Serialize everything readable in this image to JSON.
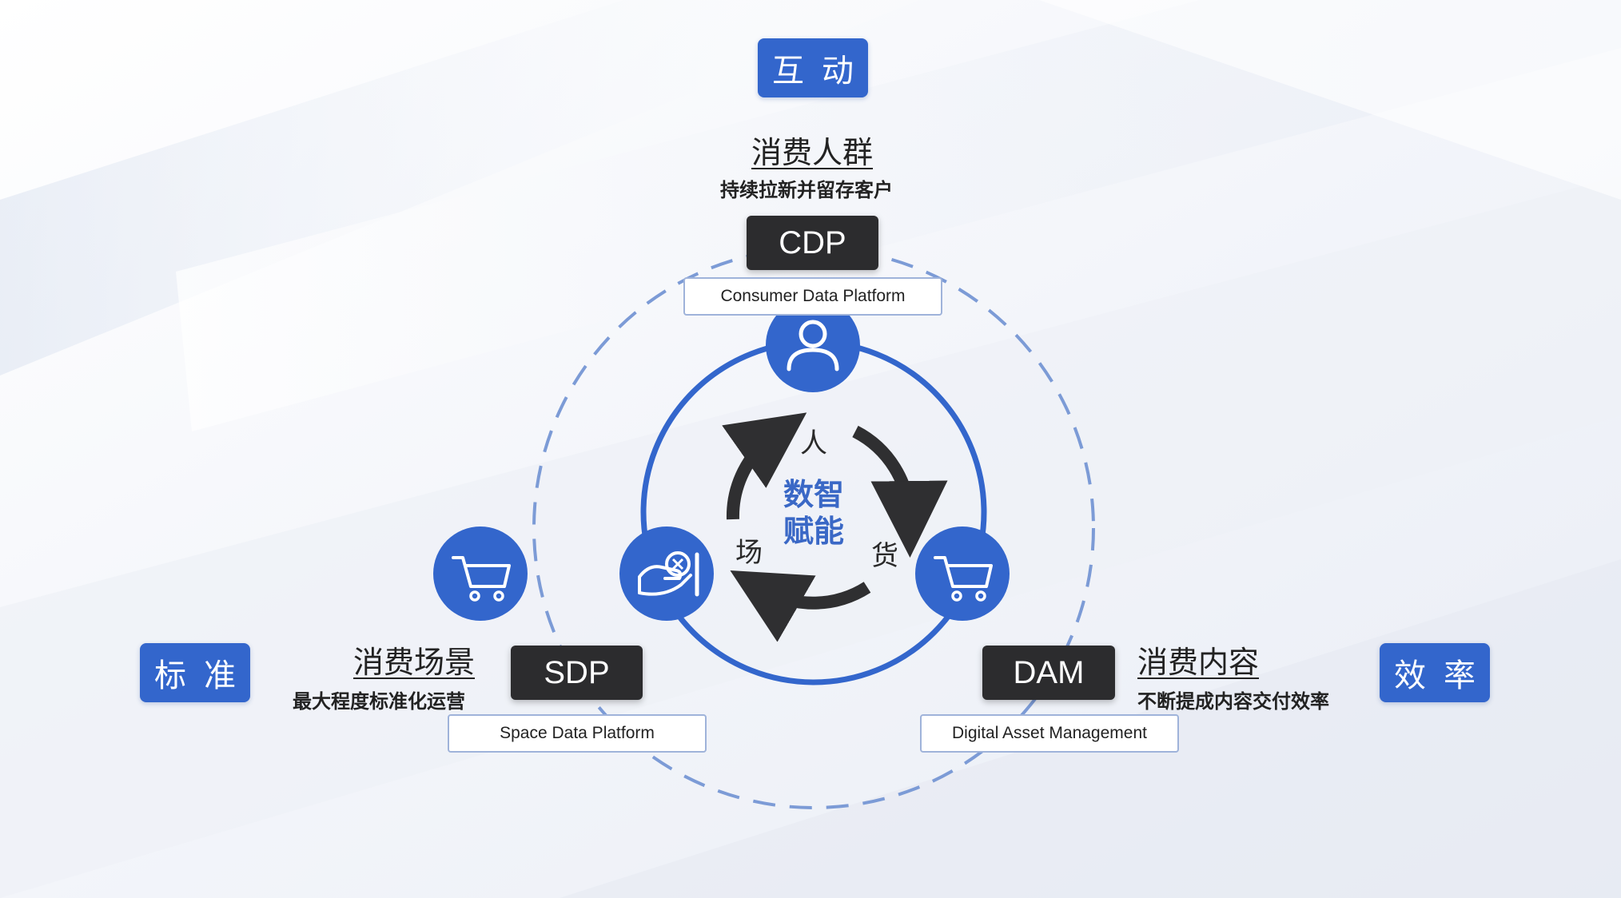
{
  "top": {
    "badge": "互动",
    "title": "消费人群",
    "desc": "持续拉新并留存客户",
    "code": "CDP",
    "fullname": "Consumer Data Platform"
  },
  "left": {
    "badge": "标准",
    "title": "消费场景",
    "desc": "最大程度标准化运营",
    "code": "SDP",
    "fullname": "Space Data Platform"
  },
  "right": {
    "badge": "效率",
    "title": "消费内容",
    "desc": "不断提成内容交付效率",
    "code": "DAM",
    "fullname": "Digital Asset Management"
  },
  "center": {
    "line1": "数智",
    "line2": "赋能",
    "person": "人",
    "place": "场",
    "goods": "货"
  },
  "colors": {
    "accent": "#3366cc",
    "dark": "#2c2c2e",
    "dashed_ring": "#7c9bd6",
    "arrow": "#2f2f31"
  },
  "icons": {
    "top": "person-icon",
    "left_outer": "cart-icon",
    "left_ring": "hand-money-icon",
    "right": "cart-icon"
  }
}
